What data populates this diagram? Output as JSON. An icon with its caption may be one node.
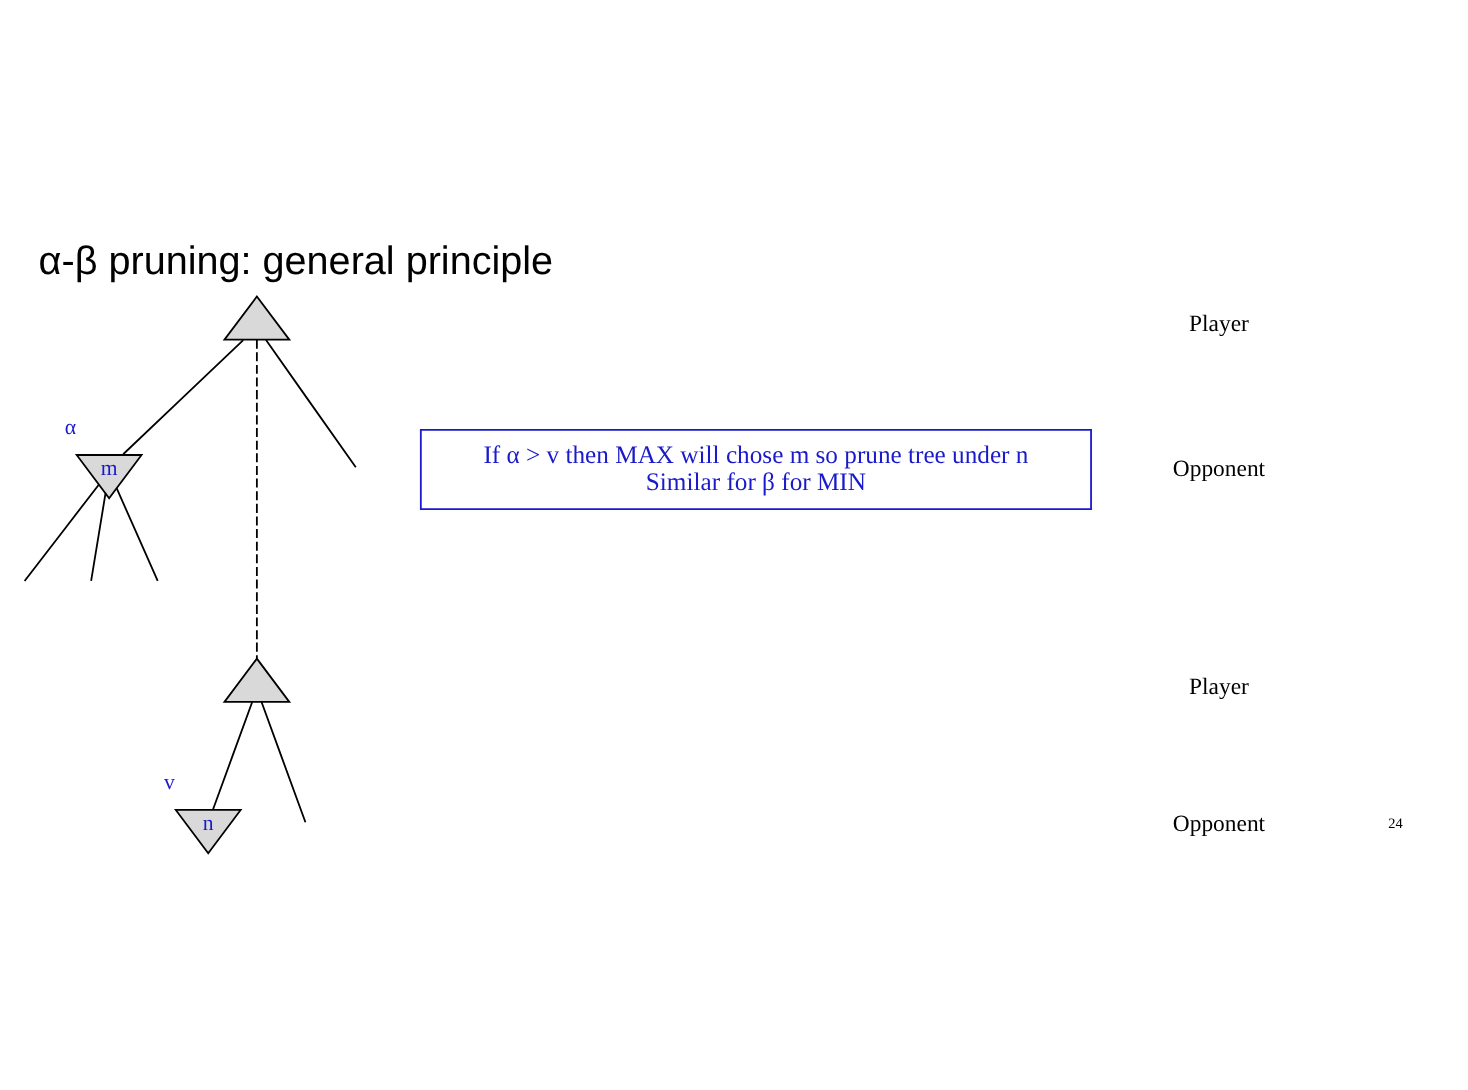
{
  "diagram": {
    "title": "α-β pruning: general principle",
    "nodes": [
      {
        "text": [],
        "shape": "triangle"
      },
      {
        "text": [
          "m"
        ],
        "beside": [
          "α"
        ]
      },
      {
        "text": [],
        "shape": "triangle"
      },
      {
        "text": [
          "n"
        ],
        "beside": [
          "v"
        ]
      },
      {
        "text": [
          "If α > v then MAX will chose m so prune tree under n",
          "Similar for β for MIN"
        ]
      }
    ],
    "edges": [
      {
        "from": 0,
        "to": 1,
        "arrow": "none"
      },
      {
        "from": 0,
        "to": null,
        "arrow": "none"
      },
      {
        "from": 0,
        "to": 2,
        "arrow": "none",
        "style": "dashed"
      },
      {
        "from": 1,
        "to": null,
        "arrow": "none"
      },
      {
        "from": 1,
        "to": null,
        "arrow": "none"
      },
      {
        "from": 1,
        "to": null,
        "arrow": "none"
      },
      {
        "from": 2,
        "to": null,
        "arrow": "none"
      },
      {
        "from": 2,
        "to": 3,
        "arrow": "none"
      }
    ],
    "labels": [
      "Player",
      "Opponent",
      "Player",
      "Opponent",
      "24"
    ]
  }
}
